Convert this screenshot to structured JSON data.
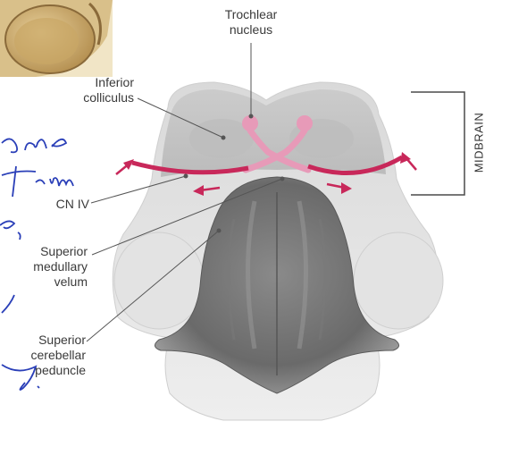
{
  "labels": {
    "trochlear_nucleus": [
      "Trochlear",
      "nucleus"
    ],
    "inferior_colliculus": [
      "Inferior",
      "colliculus"
    ],
    "cn_iv": "CN IV",
    "superior_medullary_velum": [
      "Superior",
      "medullary",
      "velum"
    ],
    "superior_cerebellar_peduncle": [
      "Superior",
      "cerebellar",
      "peduncle"
    ],
    "midbrain": "MIDBRAIN"
  },
  "handwriting": [
    "one",
    "from",
    "e,",
    "y."
  ],
  "colors": {
    "nerve": "#c8285a",
    "nucleus": "#e79ab8",
    "leader": "#555555",
    "handwriting": "#2a3fb8",
    "bracket": "#4a4a4a"
  }
}
